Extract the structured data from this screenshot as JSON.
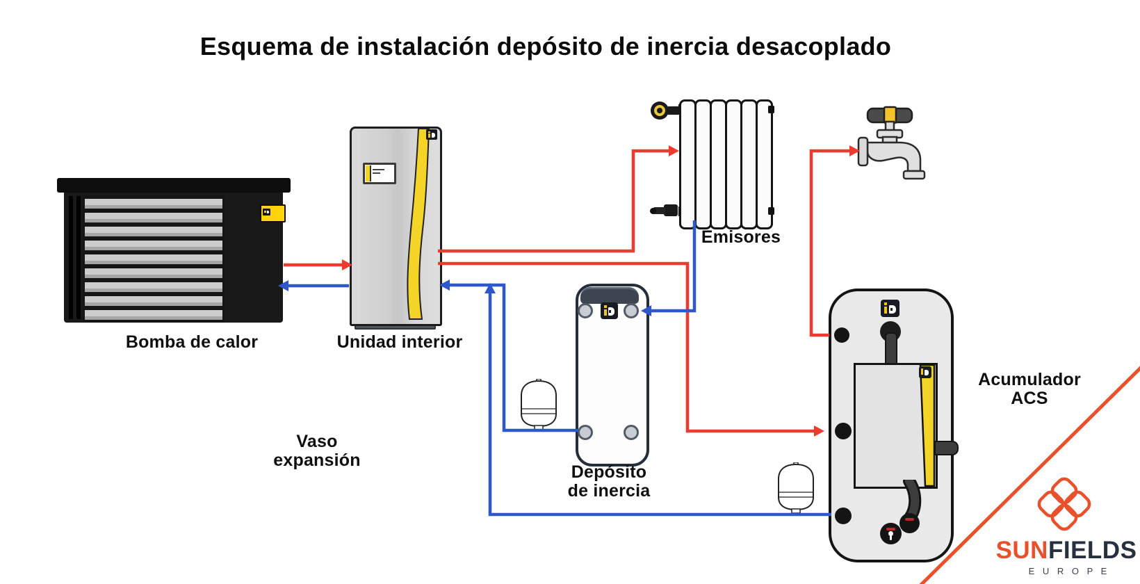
{
  "title": "Esquema de instalación depósito de inercia desacoplado",
  "labels": {
    "heat_pump": "Bomba de calor",
    "indoor_unit": "Unidad interior",
    "emitters": "Emisores",
    "expansion_vessel_line1": "Vaso",
    "expansion_vessel_line2": "expansión",
    "buffer_tank_line1": "Depósito",
    "buffer_tank_line2": "de inercia",
    "dhw_tank_line1": "Acumulador",
    "dhw_tank_line2": "ACS"
  },
  "logo": {
    "brand_primary": "SUN",
    "brand_secondary": "FIELDS",
    "subtitle": "E U R O P E"
  },
  "colors": {
    "hot_pipe_red": "#ee3b30",
    "cold_pipe_blue": "#2e57cb",
    "accent_yellow": "#f4d427",
    "brand_orange": "#e8512c",
    "brand_navy": "#26303e",
    "cabinet_gray": "#d6d6d6",
    "tank_outline": "#1c242f"
  },
  "icons": [
    "heat-pump-icon",
    "indoor-unit-icon",
    "radiator-icon",
    "faucet-icon",
    "buffer-tank-icon",
    "expansion-vessel-icon",
    "dhw-tank-icon",
    "id-logo-badge",
    "sunfields-flower-icon",
    "flow-arrow-icon"
  ]
}
